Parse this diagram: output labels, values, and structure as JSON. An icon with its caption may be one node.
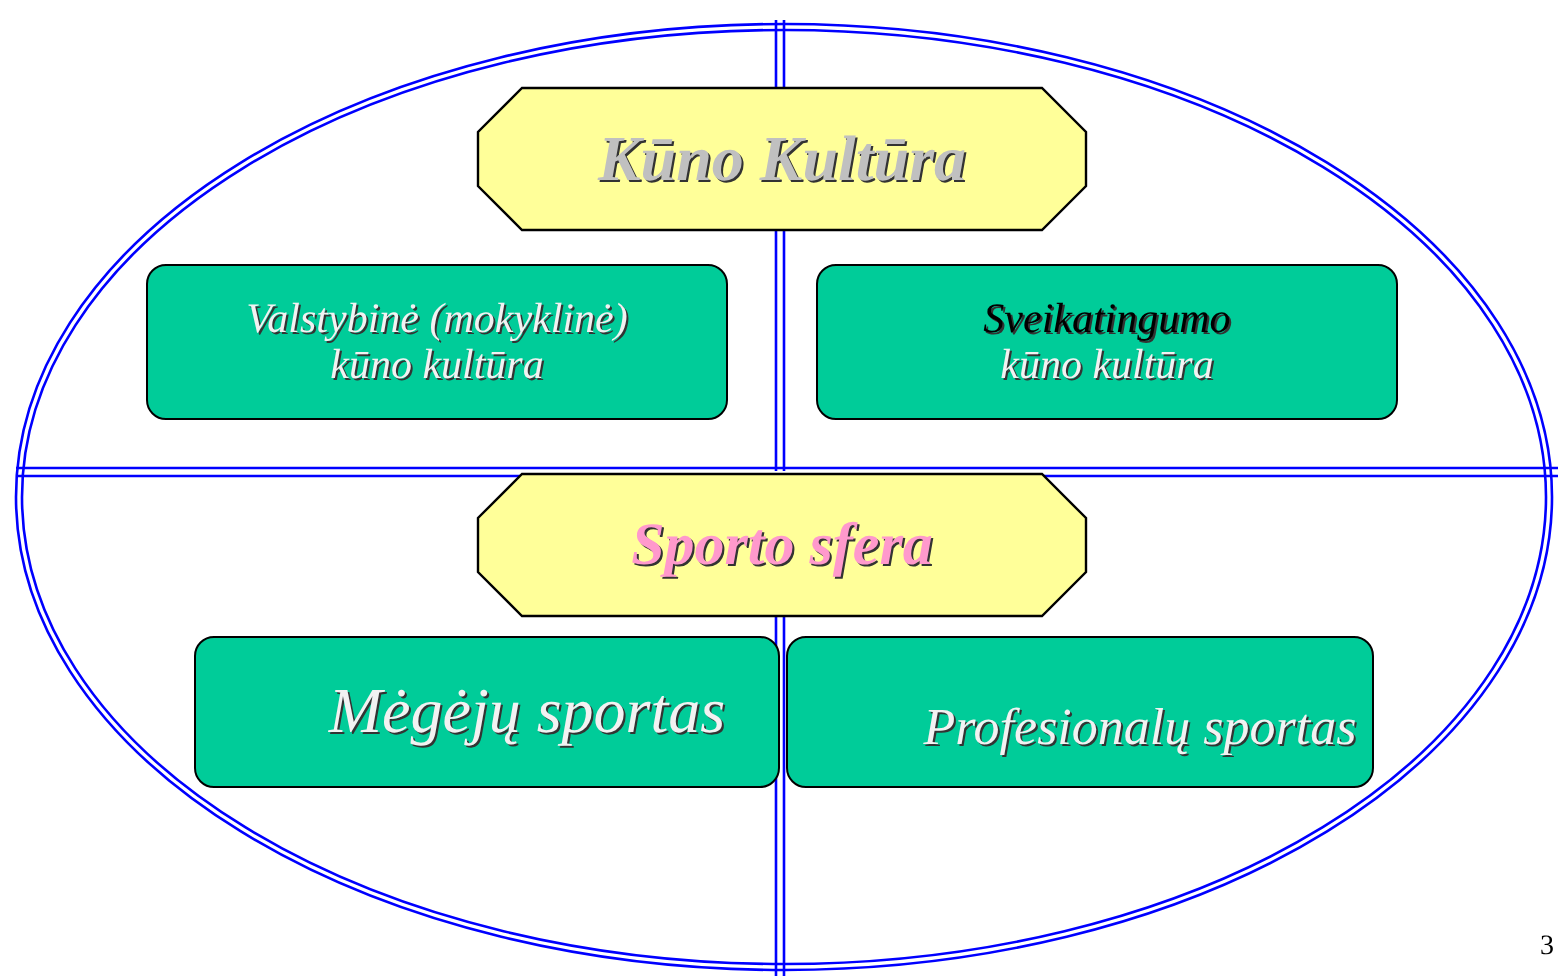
{
  "diagram": {
    "nodes": [
      {
        "text": [],
        "shape": "ellipse"
      },
      {
        "text": [
          "Kūno Kultūra"
        ],
        "in": 0
      },
      {
        "text": [
          "Valstybinė (mokyklinė) kūno kultūra"
        ],
        "in": 0
      },
      {
        "text": [
          "Sveikatingumo",
          "kūno kultūra"
        ],
        "in": 0
      },
      {
        "text": [
          "Sporto sfera"
        ],
        "in": 0
      },
      {
        "text": [
          "Mėgėjų sportas"
        ],
        "in": 0
      },
      {
        "text": [
          "Profesionalų sportas"
        ],
        "in": 0
      }
    ],
    "labels": [
      "3"
    ]
  }
}
